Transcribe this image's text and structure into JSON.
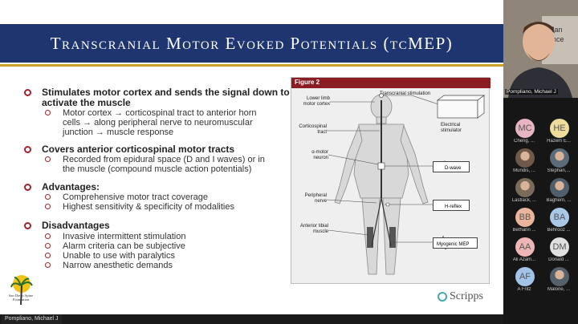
{
  "slide": {
    "title": "Transcranial Motor Evoked Potentials (tcMEP)",
    "bullets": [
      {
        "text_1": "Stimulates motor cortex and sends the signal down to",
        "text_2": "activate the muscle",
        "subs": [
          [
            "Motor cortex → corticospinal tract to anterior horn",
            "cells → along peripheral nerve to neuromuscular",
            "junction → muscle response"
          ]
        ]
      },
      {
        "text_1": "Covers anterior corticospinal motor tracts",
        "subs": [
          [
            "Recorded from epidural space (D and I waves) or in",
            "the muscle (compound muscle action potentials)"
          ]
        ]
      },
      {
        "text_1": "Advantages:",
        "subs": [
          [
            "Comprehensive motor tract coverage"
          ],
          [
            "Highest sensitivity & specificity of modalities"
          ]
        ]
      },
      {
        "text_1": "Disadvantages",
        "subs": [
          [
            "Invasive intermittent stimulation"
          ],
          [
            "Alarm criteria can be subjective"
          ],
          [
            "Unable to use with paralytics"
          ],
          [
            "Narrow anesthetic demands"
          ]
        ]
      }
    ]
  },
  "figure": {
    "label": "Figure 2",
    "labels": {
      "lower_limb": [
        "Lower limb",
        "motor cortex"
      ],
      "transcranial": "Transcranial stimulation",
      "electrical": [
        "Electrical",
        "stimulator"
      ],
      "corticospinal": [
        "Corticospinal",
        "tract"
      ],
      "alpha_motor": [
        "α-motor",
        "neuron"
      ],
      "peripheral": [
        "Peripheral",
        "nerve"
      ],
      "anterior": [
        "Anterior tibial",
        "muscle"
      ],
      "dwave": "D-wave",
      "hreflex": "H-reflex",
      "myogenic": "Myogenic MEP"
    }
  },
  "logos": {
    "sd_text": "San Diego Spine Foundation",
    "scripps": "Scripps"
  },
  "presenter_tag": "Pompliano, Michael J",
  "video_tag": "Pompliano, Michael J",
  "video_backdrop": [
    "c Jan",
    "erence"
  ],
  "attendees": [
    {
      "initials": "MC",
      "name": "Cheng, ...",
      "color": "#e7b4c2",
      "photo": false
    },
    {
      "initials": "HE",
      "name": "Hazem E...",
      "color": "#f0dc9a",
      "photo": false
    },
    {
      "initials": "",
      "name": "Mundis, ...",
      "color": "#6f5a4a",
      "photo": true
    },
    {
      "initials": "",
      "name": "Stephan,...",
      "color": "#5a6b7a",
      "photo": true
    },
    {
      "initials": "",
      "name": "Lastlack, ...",
      "color": "#7a6b5a",
      "photo": true
    },
    {
      "initials": "",
      "name": "Baghern, ...",
      "color": "#4f5e6a",
      "photo": true
    },
    {
      "initials": "BB",
      "name": "Bethann ...",
      "color": "#e9b59c",
      "photo": false
    },
    {
      "initials": "BA",
      "name": "Behrooz ...",
      "color": "#a9c8e6",
      "photo": false
    },
    {
      "initials": "AA",
      "name": "Ali Azam...",
      "color": "#efb6b6",
      "photo": false
    },
    {
      "initials": "DM",
      "name": "Donald ...",
      "color": "#e0e0e0",
      "photo": false
    },
    {
      "initials": "AF",
      "name": "A Fritz",
      "color": "#a3c4e8",
      "photo": false
    },
    {
      "initials": "",
      "name": "Malone, ...",
      "color": "#55606a",
      "photo": true
    }
  ]
}
